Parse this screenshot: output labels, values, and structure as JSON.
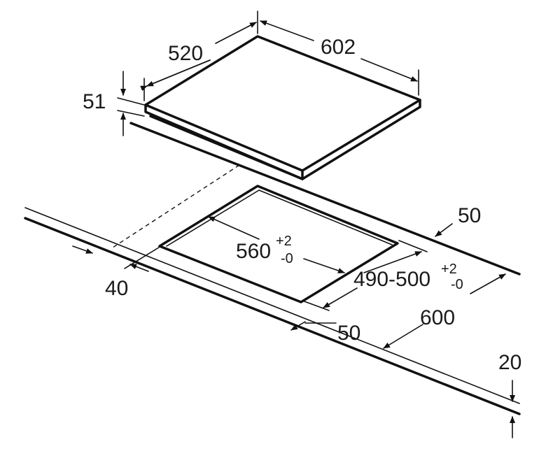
{
  "dimensions": {
    "hob_depth": "520",
    "hob_width": "602",
    "hob_height": "51",
    "front_gap": "50",
    "cutout_width": "560",
    "cutout_width_tol_plus": "+2",
    "cutout_width_tol_minus": "-0",
    "cutout_depth": "490-500",
    "cutout_depth_tol_plus": "+2",
    "cutout_depth_tol_minus": "-0",
    "side_gap": "40",
    "rear_gap": "50",
    "worktop_depth": "600",
    "worktop_thickness": "20"
  },
  "colors": {
    "line": "#111111",
    "background": "#ffffff"
  }
}
